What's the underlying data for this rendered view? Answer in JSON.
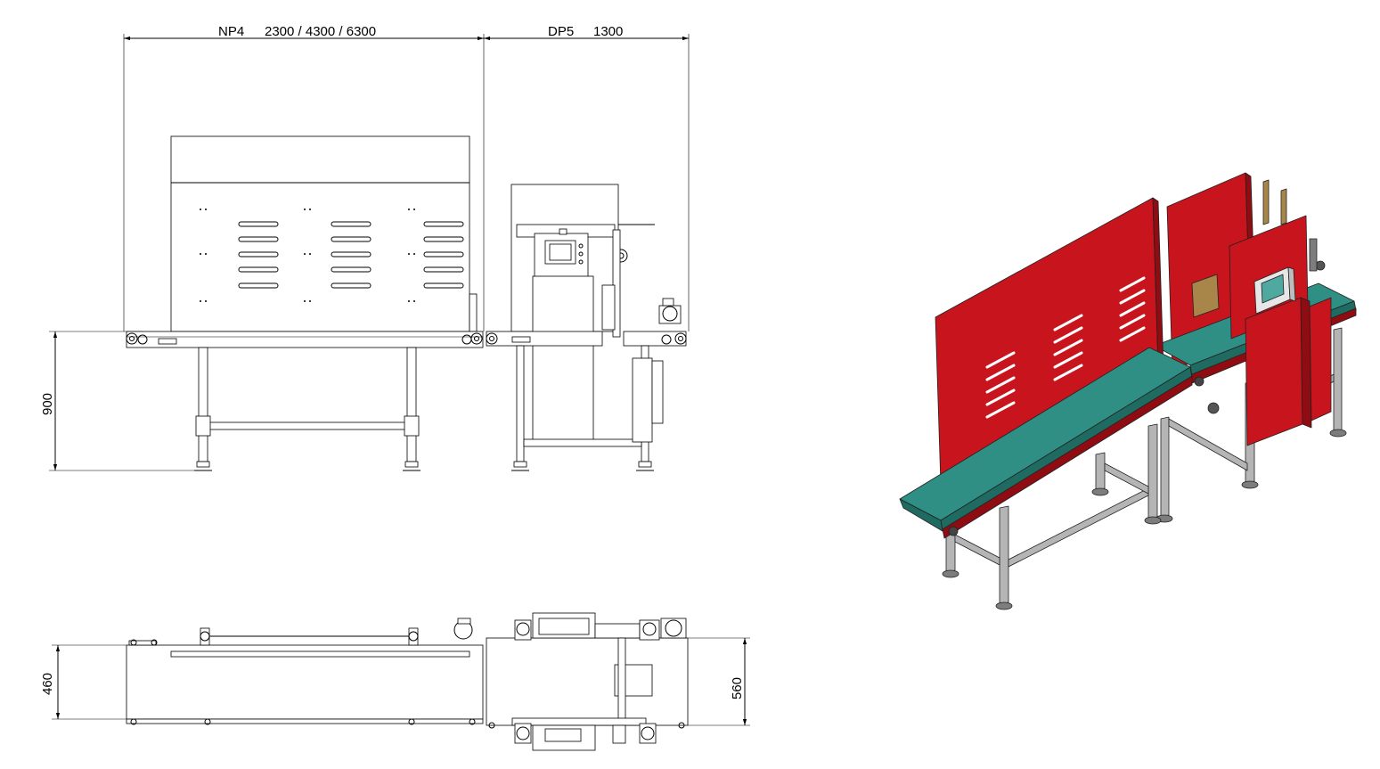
{
  "dimensions": {
    "np4_label": "NP4",
    "np4_lengths": "2300 / 4300 / 6300",
    "dp5_label": "DP5",
    "dp5_length": "1300",
    "height_900": "900",
    "width_460": "460",
    "width_560": "560"
  },
  "colors": {
    "panel_red": "#c8141c",
    "panel_red_dark": "#8e0c12",
    "belt_teal": "#2f8f84",
    "belt_teal_dark": "#1f6a61",
    "frame_grey": "#b5b5b5",
    "frame_grey_dark": "#7d7d7d",
    "screen_teal": "#4fa9a0"
  }
}
